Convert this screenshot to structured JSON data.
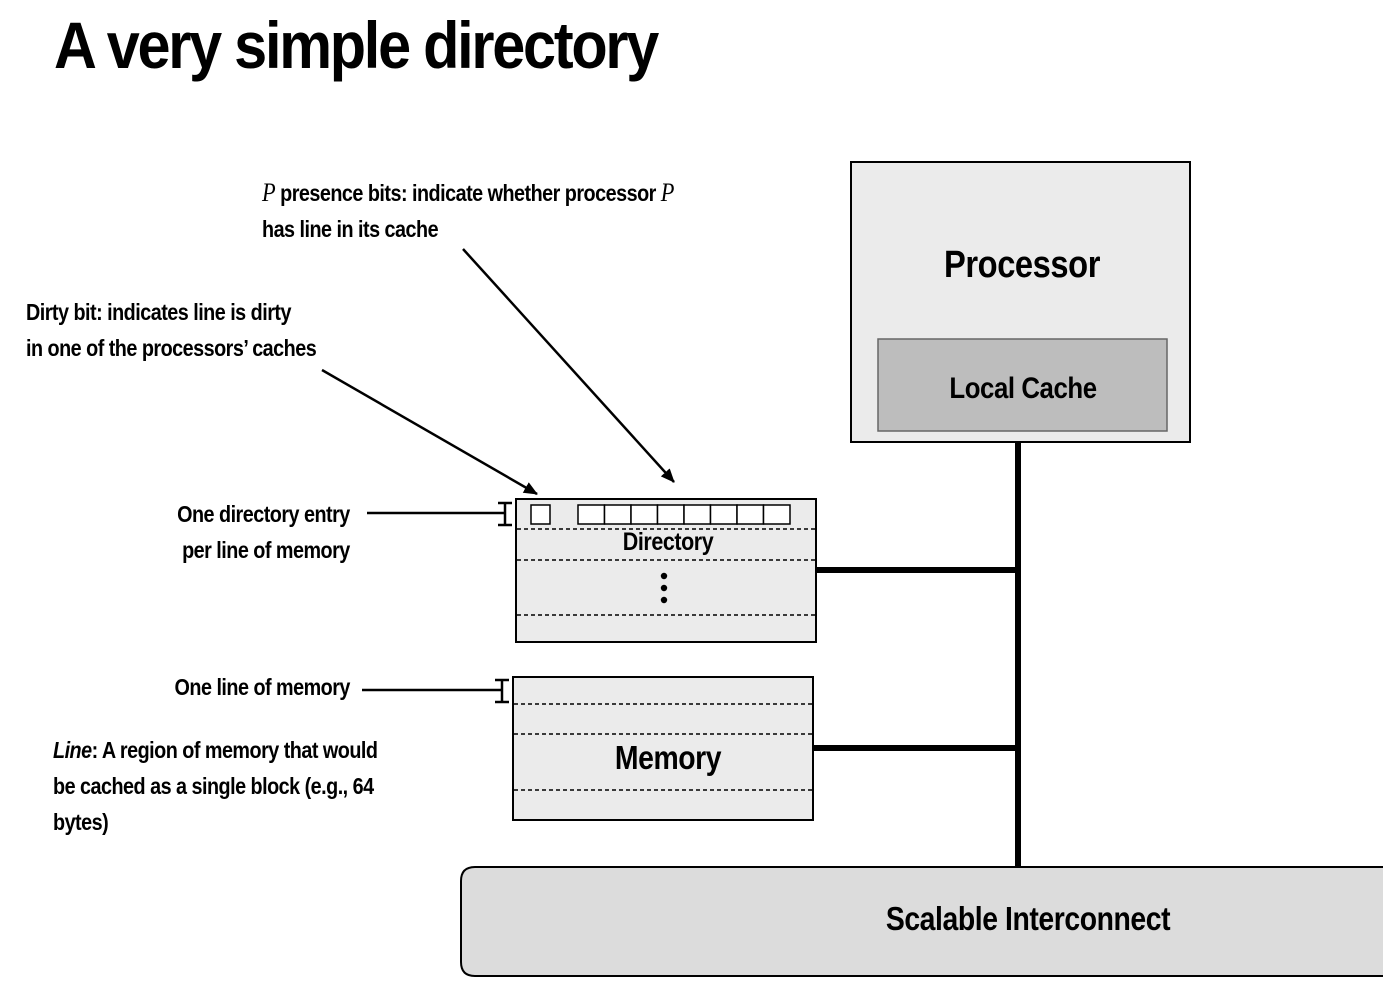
{
  "title": "A very simple directory",
  "annotations": {
    "presence_bits": {
      "var1": "P",
      "text1": "presence bits: indicate whether processor",
      "var2": "P",
      "line2": "has line in its cache"
    },
    "dirty_bit": {
      "line1": "Dirty bit: indicates line is dirty",
      "line2": "in one of the processors’ caches"
    },
    "directory_entry": {
      "line1": "One directory entry",
      "line2": "per line of memory"
    },
    "memory_line": {
      "label": "One line of memory"
    },
    "line_definition": {
      "term": "Line",
      "line1_rest": ": A region of memory that would",
      "line2": "be cached as a single block (e.g., 64",
      "line3": "bytes)"
    }
  },
  "blocks": {
    "processor": "Processor",
    "local_cache": "Local Cache",
    "directory": "Directory",
    "memory": "Memory",
    "interconnect": "Scalable Interconnect"
  },
  "colors": {
    "box_fill": "#ebebeb",
    "cache_fill": "#bdbdbd",
    "interconnect_fill": "#dcdcdc",
    "stroke": "#000000"
  },
  "presence_bit_count": 8
}
